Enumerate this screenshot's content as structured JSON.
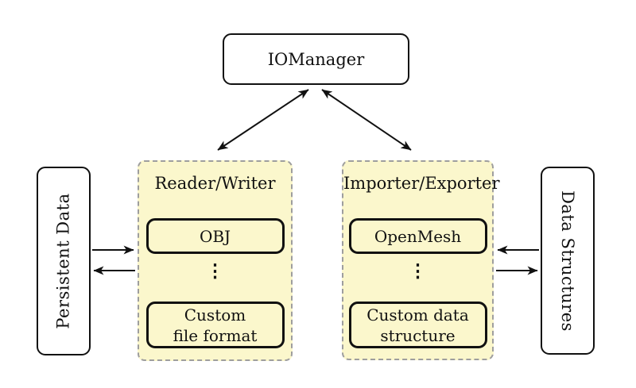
{
  "colors": {
    "group_fill": "#FBF7CC",
    "group_border": "#9E9E9E",
    "stroke": "#111111",
    "box_fill": "#FFFFFF"
  },
  "nodes": {
    "io_manager": "IOManager",
    "persistent_data": "Persistent Data",
    "data_structures": "Data Structures"
  },
  "reader_writer": {
    "title": "Reader/Writer",
    "top_item": "OBJ",
    "ellipsis": "⋮",
    "bottom_item_lines": [
      "Custom",
      "file format"
    ]
  },
  "importer_exporter": {
    "title": "Importer/Exporter",
    "top_item": "OpenMesh",
    "ellipsis": "⋮",
    "bottom_item_lines": [
      "Custom data",
      "structure"
    ]
  }
}
